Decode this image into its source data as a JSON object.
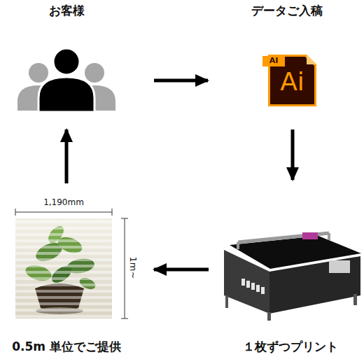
{
  "diagram": {
    "nodes": [
      {
        "text": [
          "お客様"
        ]
      },
      {
        "text": [
          "データご入稿"
        ]
      },
      {
        "text": [
          "0.5m 単位でご提供"
        ]
      },
      {
        "text": [
          "１枚ずつプリント"
        ]
      }
    ],
    "edges": [
      {
        "from": 0,
        "to": 1,
        "arrow": "to"
      },
      {
        "from": 1,
        "to": 3,
        "arrow": "to"
      },
      {
        "from": 3,
        "to": 2,
        "arrow": "to"
      },
      {
        "from": 2,
        "to": 0,
        "arrow": "to"
      }
    ],
    "labels": [
      "AI",
      "Ai",
      "1,190mm",
      "1m~"
    ]
  }
}
